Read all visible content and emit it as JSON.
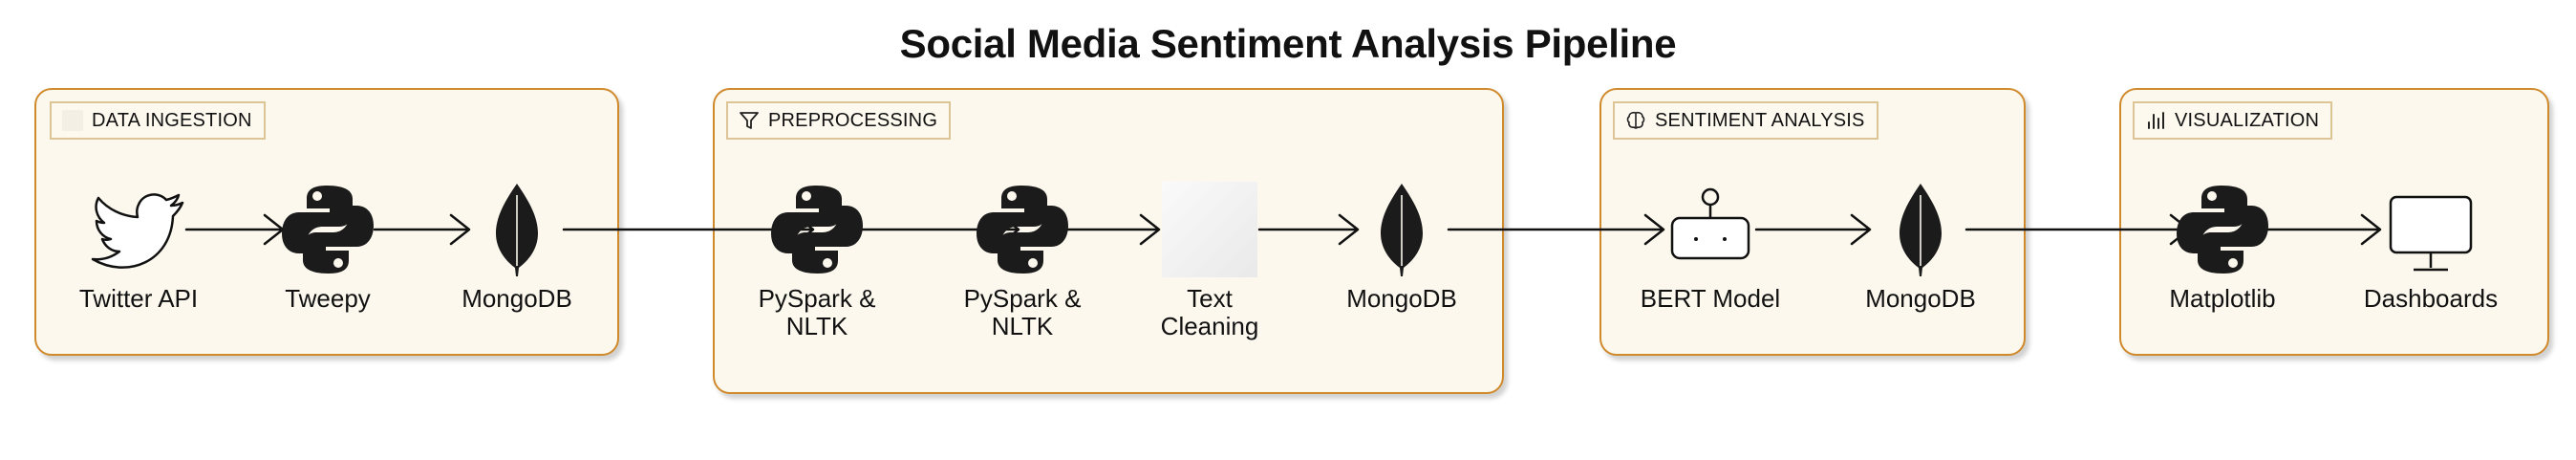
{
  "title": "Social Media Sentiment Analysis Pipeline",
  "stages": {
    "ingestion": {
      "label": "DATA INGESTION",
      "icon": "blank-icon"
    },
    "preprocessing": {
      "label": "PREPROCESSING",
      "icon": "filter-icon"
    },
    "sentiment": {
      "label": "SENTIMENT ANALYSIS",
      "icon": "brain-icon"
    },
    "visualization": {
      "label": "VISUALIZATION",
      "icon": "bar-chart-icon"
    }
  },
  "nodes": {
    "twitter": {
      "label": "Twitter API",
      "icon": "twitter-bird-icon"
    },
    "tweepy": {
      "label": "Tweepy",
      "icon": "python-icon"
    },
    "mongo1": {
      "label": "MongoDB",
      "icon": "mongodb-leaf-icon"
    },
    "pyspark1": {
      "label": "PySpark &\nNLTK",
      "icon": "python-icon"
    },
    "pyspark2": {
      "label": "PySpark &\nNLTK",
      "icon": "python-icon"
    },
    "textclean": {
      "label": "Text\nCleaning",
      "icon": "blank-placeholder-icon"
    },
    "mongo2": {
      "label": "MongoDB",
      "icon": "mongodb-leaf-icon"
    },
    "bert": {
      "label": "BERT Model",
      "icon": "robot-icon"
    },
    "mongo3": {
      "label": "MongoDB",
      "icon": "mongodb-leaf-icon"
    },
    "matplotlib": {
      "label": "Matplotlib",
      "icon": "python-icon"
    },
    "dashboards": {
      "label": "Dashboards",
      "icon": "monitor-icon"
    }
  }
}
